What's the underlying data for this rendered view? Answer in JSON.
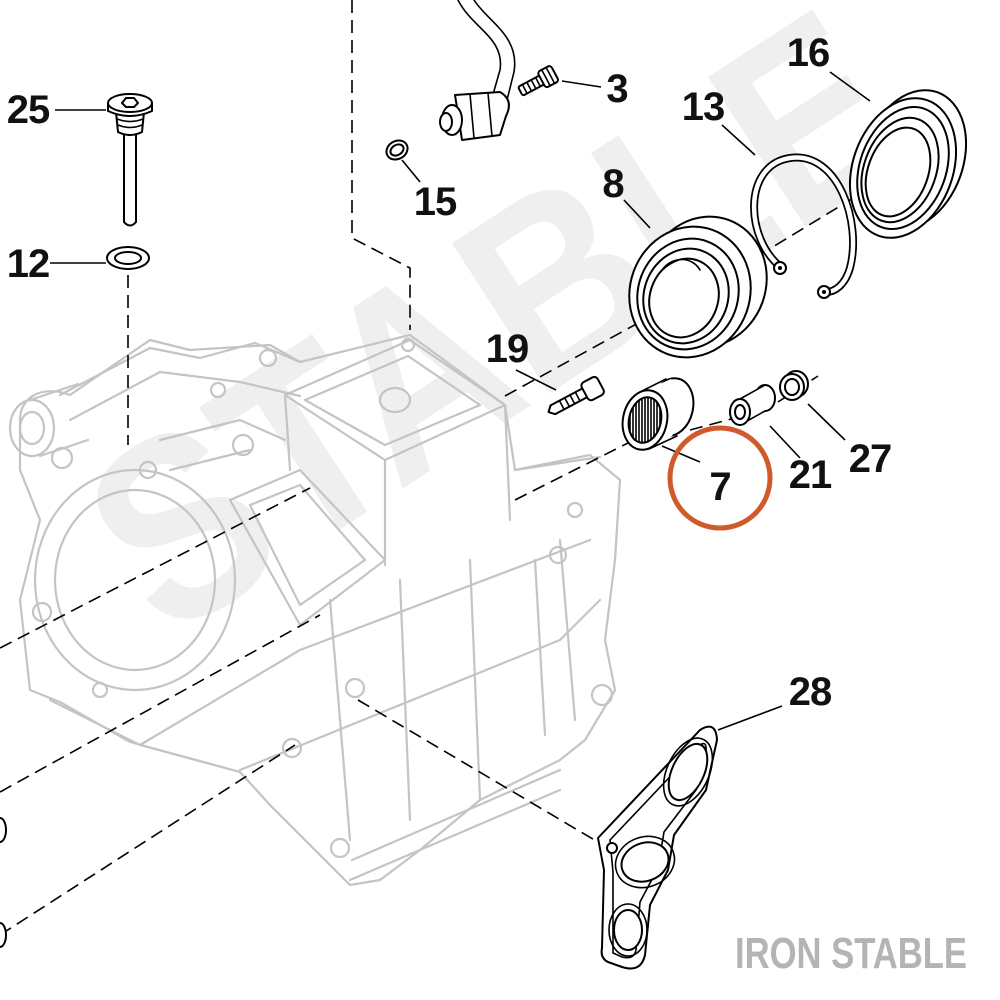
{
  "callouts": {
    "c25": "25",
    "c12": "12",
    "c3": "3",
    "c15": "15",
    "c16": "16",
    "c13": "13",
    "c8": "8",
    "c19": "19",
    "c7": "7",
    "c21": "21",
    "c27": "27",
    "c28": "28"
  },
  "watermark": {
    "brand": "IRON STABLE",
    "background": "STABLE"
  },
  "colors": {
    "highlight": "#cf5a2c",
    "brand_text": "#b4b4b4",
    "part_line": "#000000",
    "housing_line": "#c4c4c4",
    "background_watermark": "#efefef"
  }
}
